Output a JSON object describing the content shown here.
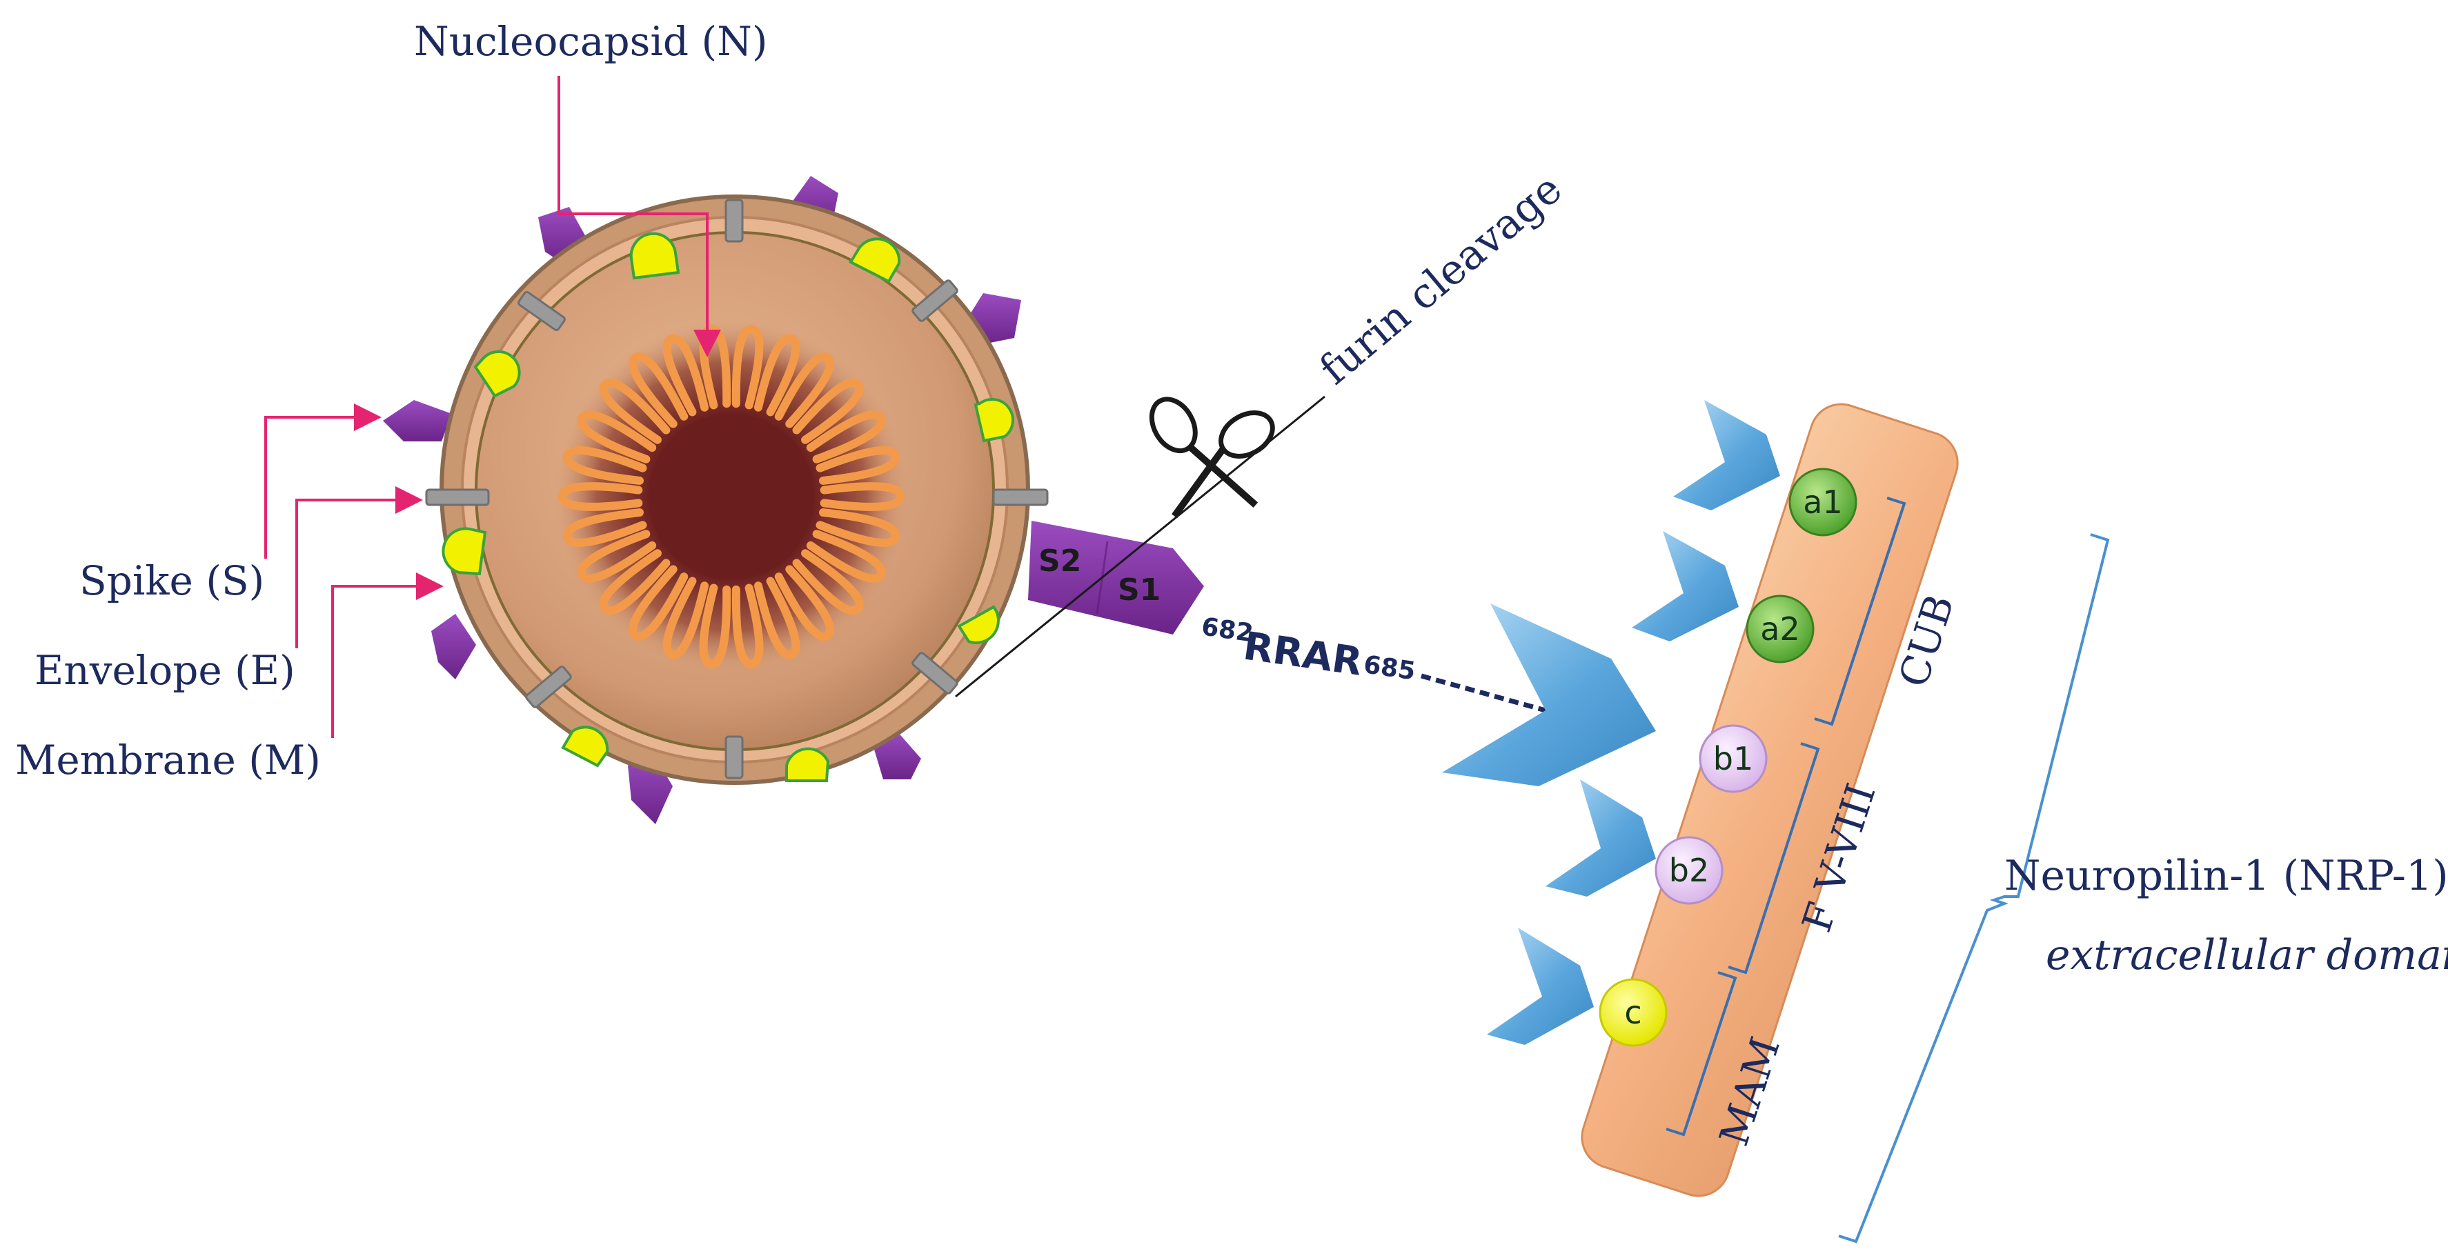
{
  "labels": {
    "nucleocapsid": "Nucleocapsid (N)",
    "spike": "Spike (S)",
    "envelope": "Envelope (E)",
    "membrane": "Membrane (M)",
    "furin": "furin cleavage",
    "s2": "S2",
    "s1": "S1",
    "rrar_start": "682",
    "rrar_motif": "RRAR",
    "rrar_end": "685",
    "nrp1": "Neuropilin-1 (NRP-1)",
    "extracellular": "extracellular domain"
  },
  "domains": {
    "a1": "a1",
    "a2": "a2",
    "b1": "b1",
    "b2": "b2",
    "c": "c"
  },
  "domain_groups": {
    "cub": "CUB",
    "fv_viii": "F V-VIII",
    "mam": "MAM"
  },
  "colors": {
    "label_text": "#1d2a5e",
    "arrow_pink": "#e5246f",
    "spike_purple": "#7b2d99",
    "envelope_yellow": "#f2f200",
    "membrane_gray": "#9a9a9a",
    "capsid_dark": "#6b1e1e",
    "capsid_orange": "#f39a4a",
    "virion_tan": "#d9a27a",
    "receptor_peach": "#f5b98c",
    "ligand_blue": "#5aa6dc",
    "domain_green": "#6cbf45",
    "domain_pink": "#e6cdf0",
    "domain_yellow": "#ffff22"
  },
  "icons": [
    "scissors-icon"
  ]
}
